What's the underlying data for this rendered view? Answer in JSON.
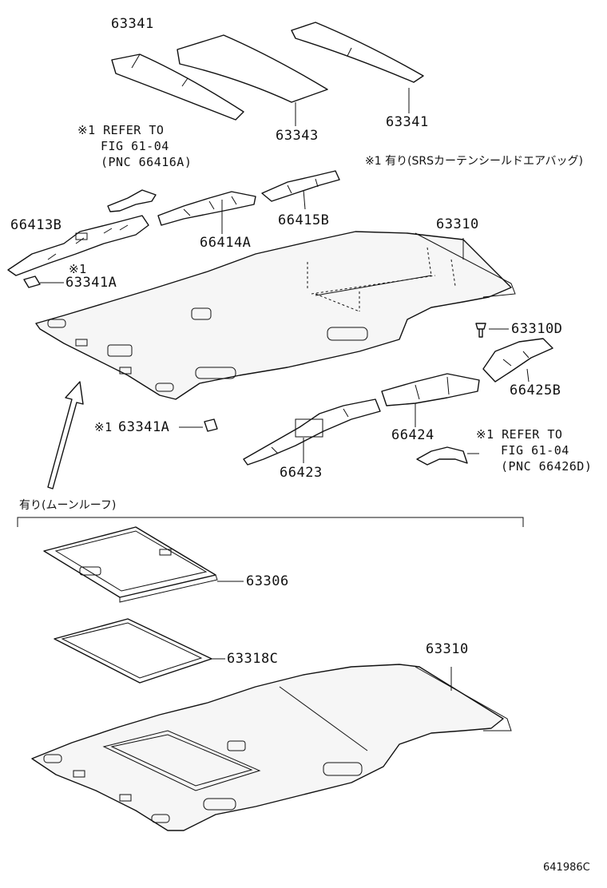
{
  "diagram": {
    "drawing_code": "641986C",
    "sections": {
      "upper_note": "※1 有り(SRSカーテンシールドエアバッグ)",
      "lower_condition": "有り(ムーンルーフ)"
    },
    "callouts": {
      "pad_left": "63341",
      "pad_center": "63343",
      "pad_right": "63341",
      "brace_left": "66413B",
      "brace_center": "66414A",
      "brace_right": "66415B",
      "clip_left_mark": "※1",
      "clip_left": "63341A",
      "headliner_upper": "63310",
      "clip_screw": "63310D",
      "side_rear": "66425B",
      "clip_loose_mark": "※1",
      "clip_loose": "63341A",
      "side_center": "66424",
      "side_front": "66423",
      "sunshade": "63306",
      "weatherstrip": "63318C",
      "headliner_lower": "63310"
    },
    "refer_upper": {
      "line1": "※1 REFER TO",
      "line2": "FIG 61-04",
      "line3": "(PNC 66416A)"
    },
    "refer_lower": {
      "line1": "※1 REFER TO",
      "line2": "FIG 61-04",
      "line3": "(PNC 66426D)"
    }
  }
}
